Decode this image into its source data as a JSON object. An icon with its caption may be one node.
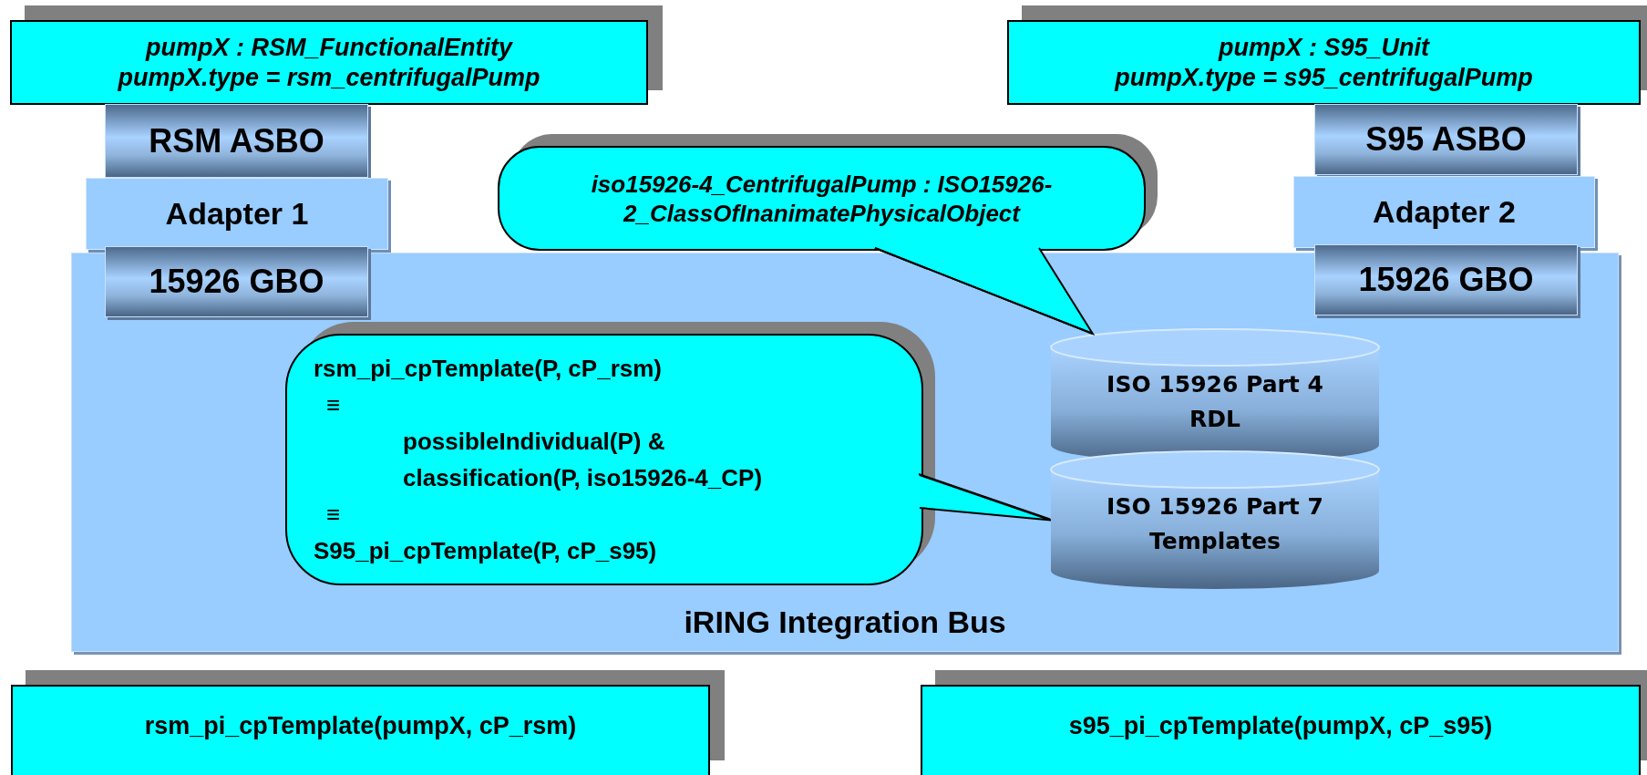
{
  "diagram": {
    "nodes": [
      {
        "text": [
          "iRING Integration Bus"
        ]
      },
      {
        "text": [
          "pumpX : RSM_FunctionalEntity",
          "pumpX.type = rsm_centrifugalPump"
        ]
      },
      {
        "text": [
          "RSM ASBO"
        ]
      },
      {
        "text": [
          "Adapter 1"
        ]
      },
      {
        "text": [
          "15926 GBO"
        ]
      },
      {
        "text": [
          "iso15926-4_CentrifugalPump : ISO15926-2_ClassOfInanimatePhysicalObject"
        ]
      },
      {
        "text": [
          "rsm_pi_cpTemplate(P, cP_rsm)",
          "≡",
          "possibleIndividual(P) &",
          "classification(P, iso15926-4_CP)",
          "≡",
          "S95_pi_cpTemplate(P, cP_s95)"
        ],
        "in": 0
      },
      {
        "text": [
          "ISO 15926 Part 4",
          "RDL"
        ],
        "in": 0
      },
      {
        "text": [
          "ISO 15926 Part 7",
          "Templates"
        ],
        "in": 0
      },
      {
        "text": [
          "pumpX : S95_Unit",
          "pumpX.type = s95_centrifugalPump"
        ]
      },
      {
        "text": [
          "S95 ASBO"
        ]
      },
      {
        "text": [
          "Adapter 2"
        ]
      },
      {
        "text": [
          "15926 GBO"
        ]
      },
      {
        "text": [
          "rsm_pi_cpTemplate(pumpX, cP_rsm)"
        ]
      },
      {
        "text": [
          "s95_pi_cpTemplate(pumpX, cP_s95)"
        ]
      }
    ],
    "edges": [
      {
        "from": 5,
        "to": 7,
        "arrow": "none"
      },
      {
        "from": 6,
        "to": 8,
        "arrow": "none"
      }
    ]
  }
}
